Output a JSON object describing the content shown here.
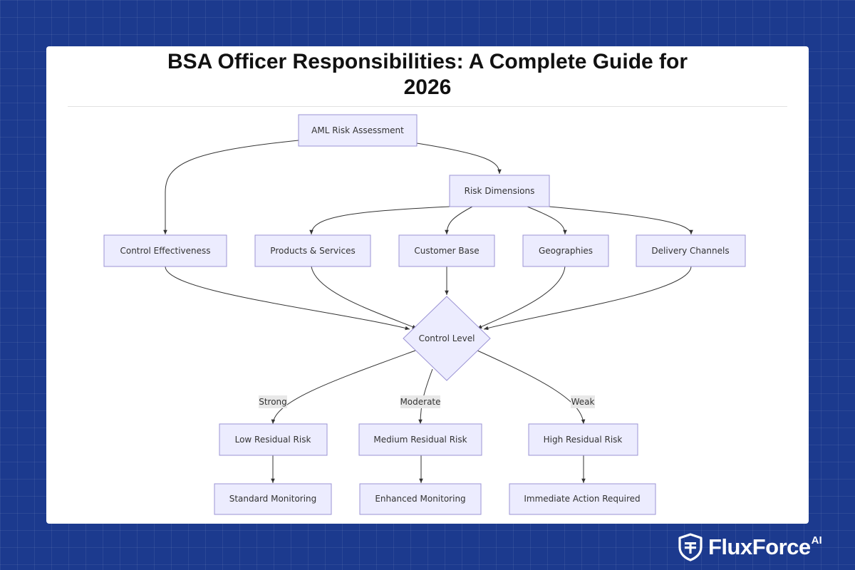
{
  "page": {
    "title_line1": "BSA Officer Responsibilities: A Complete Guide for",
    "title_line2": "2026"
  },
  "diagram": {
    "nodes": {
      "aml": "AML Risk Assessment",
      "dims": "Risk Dimensions",
      "ctrl_eff": "Control Effectiveness",
      "products": "Products & Services",
      "customer": "Customer Base",
      "geo": "Geographies",
      "delivery": "Delivery Channels",
      "ctrl_level": "Control Level",
      "low": "Low Residual Risk",
      "medium": "Medium Residual Risk",
      "high": "High Residual Risk",
      "standard": "Standard Monitoring",
      "enhanced": "Enhanced Monitoring",
      "immediate": "Immediate Action Required"
    },
    "edge_labels": {
      "strong": "Strong",
      "moderate": "Moderate",
      "weak": "Weak"
    }
  },
  "brand": {
    "name": "FluxForce",
    "suffix": "AI",
    "icon": "shield-icon"
  },
  "colors": {
    "background": "#1c3a8e",
    "node_fill": "#ececfe",
    "node_stroke": "#9b93d4"
  }
}
